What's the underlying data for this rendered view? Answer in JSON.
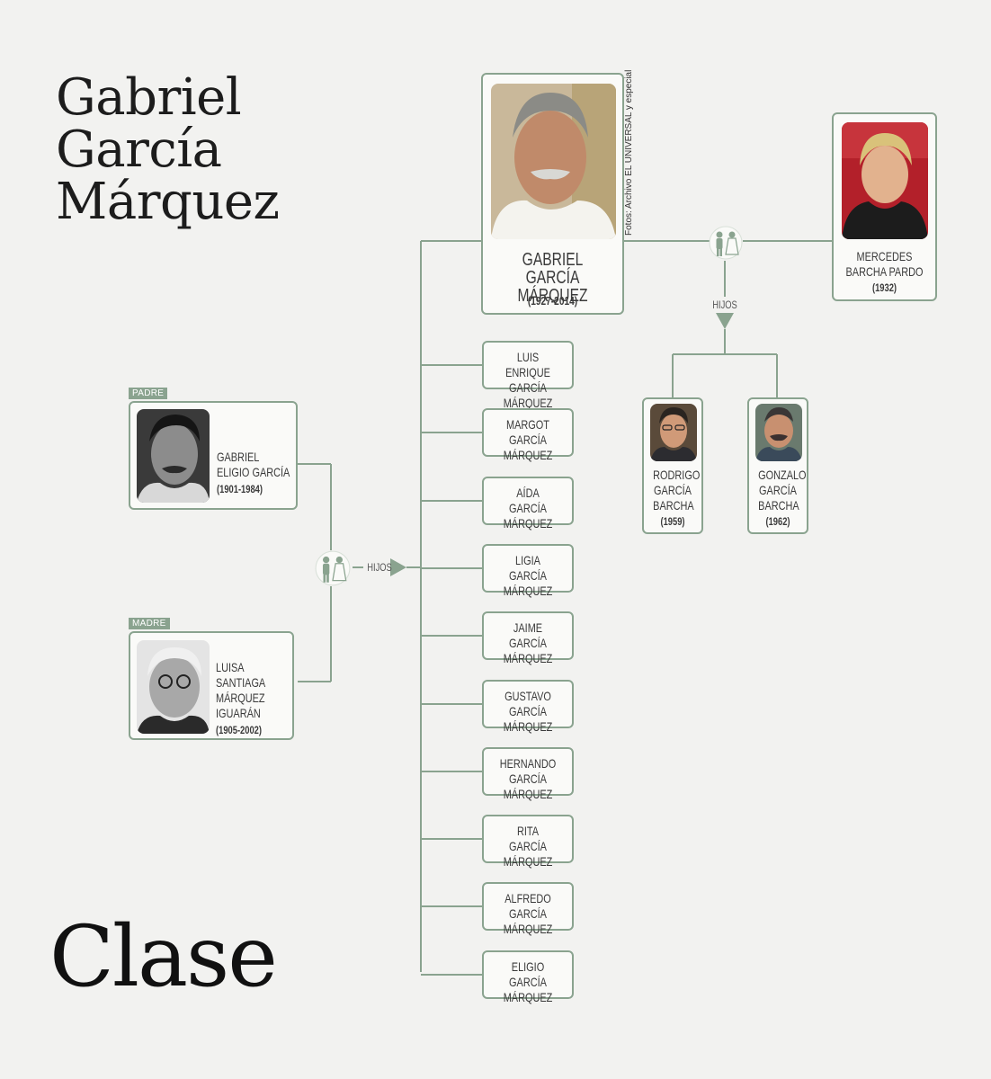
{
  "title": [
    "Gabriel",
    "García",
    "Márquez"
  ],
  "brand": "Clase",
  "credit": "Fotos: Archivo EL UNIVERSAL y especial",
  "main": {
    "name": "GABRIEL GARCÍA MÁRQUEZ",
    "years": "(1927-2014)"
  },
  "spouse": {
    "name": "MERCEDES BARCHA PARDO",
    "years": "(1932)"
  },
  "hijos_label": "HIJOS",
  "children": [
    {
      "name": "RODRIGO GARCÍA BARCHA",
      "years": "(1959)"
    },
    {
      "name": "GONZALO GARCÍA BARCHA",
      "years": "(1962)"
    }
  ],
  "father": {
    "tag": "PADRE",
    "name": "GABRIEL ELIGIO GARCÍA",
    "years": "(1901-1984)"
  },
  "mother": {
    "tag": "MADRE",
    "name": "LUISA SANTIAGA MÁRQUEZ IGUARÁN",
    "years": "(1905-2002)"
  },
  "siblings": [
    {
      "first": "LUIS ENRIQUE",
      "last": "GARCÍA MÁRQUEZ"
    },
    {
      "first": "MARGOT",
      "last": "GARCÍA MÁRQUEZ"
    },
    {
      "first": "AÍDA",
      "last": "GARCÍA MÁRQUEZ"
    },
    {
      "first": "LIGIA",
      "last": "GARCÍA MÁRQUEZ"
    },
    {
      "first": "JAIME",
      "last": "GARCÍA MÁRQUEZ"
    },
    {
      "first": "GUSTAVO",
      "last": "GARCÍA MÁRQUEZ"
    },
    {
      "first": "HERNANDO",
      "last": "GARCÍA MÁRQUEZ"
    },
    {
      "first": "RITA",
      "last": "GARCÍA MÁRQUEZ"
    },
    {
      "first": "ALFREDO",
      "last": "GARCÍA MÁRQUEZ"
    },
    {
      "first": "ELIGIO",
      "last": "GARCÍA MÁRQUEZ"
    }
  ],
  "colors": {
    "line": "#8aa38f",
    "background": "#f2f2f0"
  }
}
